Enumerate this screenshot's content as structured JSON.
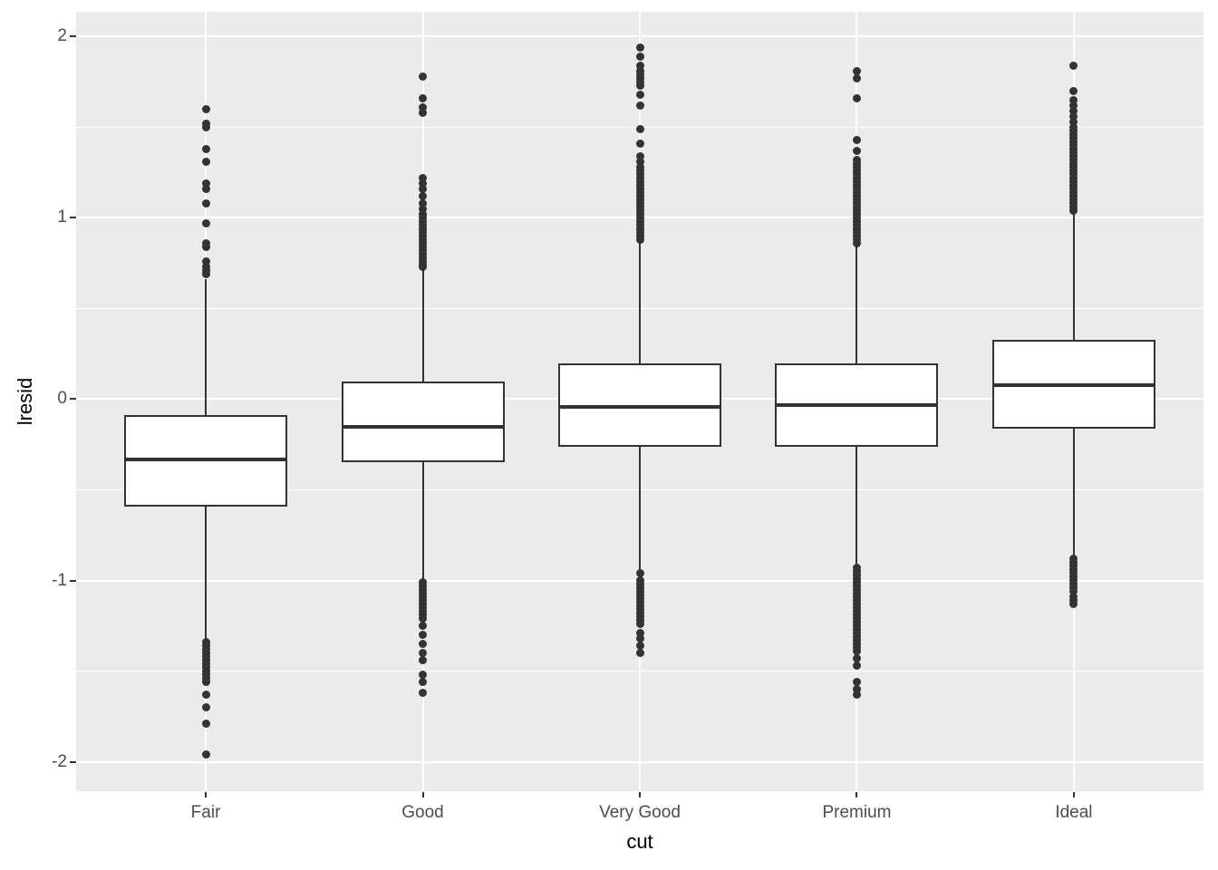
{
  "colors": {
    "panel_background": "#EBEBEB",
    "gridline": "#FFFFFF",
    "box_fill": "#FFFFFF",
    "box_border": "#333333",
    "median_line": "#333333",
    "whisker": "#333333",
    "outlier_point": "#333333",
    "tick_label": "#4D4D4D",
    "axis_title": "#000000",
    "tick_mark": "#333333",
    "figure_background": "#FFFFFF"
  },
  "axes": {
    "x": {
      "title": "cut",
      "categories": [
        "Fair",
        "Good",
        "Very Good",
        "Premium",
        "Ideal"
      ]
    },
    "y": {
      "title": "lresid",
      "major_ticks": [
        2,
        1,
        0,
        -1,
        -2
      ],
      "minor_ticks": [
        1.5,
        0.5,
        -0.5,
        -1.5
      ]
    }
  },
  "chart_data": {
    "type": "boxplot",
    "title": "",
    "xlabel": "cut",
    "ylabel": "lresid",
    "ylim": [
      -2.16,
      2.135
    ],
    "grid": "on",
    "legend": "none",
    "categories": [
      "Fair",
      "Good",
      "Very Good",
      "Premium",
      "Ideal"
    ],
    "boxes": [
      {
        "category": "Fair",
        "whisker_low": -1.32,
        "q1": -0.59,
        "median": -0.33,
        "q3": -0.085,
        "whisker_high": 0.66,
        "outliers_high": [
          1.6,
          1.52,
          1.5,
          1.38,
          1.31,
          1.19,
          1.16,
          1.08,
          0.97,
          0.86,
          0.84,
          0.76,
          0.73,
          0.71,
          0.69
        ],
        "outliers_low": [
          -1.34,
          -1.36,
          -1.38,
          -1.4,
          -1.42,
          -1.44,
          -1.46,
          -1.48,
          -1.5,
          -1.52,
          -1.54,
          -1.56,
          -1.63,
          -1.7,
          -1.79,
          -1.96
        ]
      },
      {
        "category": "Good",
        "whisker_low": -1.0,
        "q1": -0.345,
        "median": -0.15,
        "q3": 0.095,
        "whisker_high": 0.72,
        "outliers_high": [
          1.78,
          1.66,
          1.61,
          1.58,
          1.22,
          1.19,
          1.16,
          1.12,
          1.08,
          1.05,
          1.02,
          1.0,
          0.98,
          0.96,
          0.94,
          0.92,
          0.9,
          0.88,
          0.86,
          0.84,
          0.82,
          0.8,
          0.78,
          0.76,
          0.74,
          0.73
        ],
        "outliers_low": [
          -1.01,
          -1.03,
          -1.05,
          -1.07,
          -1.09,
          -1.11,
          -1.13,
          -1.15,
          -1.17,
          -1.19,
          -1.21,
          -1.25,
          -1.3,
          -1.35,
          -1.4,
          -1.44,
          -1.52,
          -1.56,
          -1.62
        ]
      },
      {
        "category": "Very Good",
        "whisker_low": -0.945,
        "q1": -0.26,
        "median": -0.04,
        "q3": 0.195,
        "whisker_high": 0.865,
        "outliers_high": [
          1.94,
          1.89,
          1.84,
          1.81,
          1.79,
          1.77,
          1.75,
          1.73,
          1.68,
          1.62,
          1.49,
          1.41,
          1.34,
          1.31,
          1.28,
          1.26,
          1.24,
          1.22,
          1.2,
          1.18,
          1.16,
          1.14,
          1.12,
          1.1,
          1.08,
          1.06,
          1.04,
          1.02,
          1.0,
          0.98,
          0.96,
          0.94,
          0.92,
          0.9,
          0.88
        ],
        "outliers_low": [
          -0.96,
          -1.0,
          -1.02,
          -1.04,
          -1.06,
          -1.08,
          -1.1,
          -1.12,
          -1.14,
          -1.16,
          -1.18,
          -1.2,
          -1.22,
          -1.24,
          -1.29,
          -1.32,
          -1.36,
          -1.4
        ]
      },
      {
        "category": "Premium",
        "whisker_low": -0.92,
        "q1": -0.26,
        "median": -0.03,
        "q3": 0.195,
        "whisker_high": 0.85,
        "outliers_high": [
          1.81,
          1.77,
          1.66,
          1.43,
          1.37,
          1.32,
          1.3,
          1.28,
          1.26,
          1.24,
          1.22,
          1.2,
          1.18,
          1.16,
          1.14,
          1.12,
          1.1,
          1.08,
          1.06,
          1.04,
          1.02,
          1.0,
          0.98,
          0.96,
          0.94,
          0.92,
          0.9,
          0.88,
          0.86
        ],
        "outliers_low": [
          -0.93,
          -0.95,
          -0.97,
          -0.99,
          -1.01,
          -1.03,
          -1.05,
          -1.07,
          -1.09,
          -1.11,
          -1.13,
          -1.15,
          -1.17,
          -1.19,
          -1.21,
          -1.23,
          -1.25,
          -1.27,
          -1.29,
          -1.31,
          -1.33,
          -1.35,
          -1.37,
          -1.39,
          -1.43,
          -1.47,
          -1.56,
          -1.6,
          -1.63
        ]
      },
      {
        "category": "Ideal",
        "whisker_low": -0.87,
        "q1": -0.16,
        "median": 0.075,
        "q3": 0.325,
        "whisker_high": 1.025,
        "outliers_high": [
          1.84,
          1.7,
          1.65,
          1.62,
          1.59,
          1.56,
          1.53,
          1.5,
          1.48,
          1.46,
          1.44,
          1.42,
          1.4,
          1.38,
          1.36,
          1.34,
          1.32,
          1.3,
          1.28,
          1.26,
          1.24,
          1.22,
          1.2,
          1.18,
          1.16,
          1.14,
          1.12,
          1.1,
          1.08,
          1.06,
          1.04
        ],
        "outliers_low": [
          -0.88,
          -0.9,
          -0.92,
          -0.94,
          -0.96,
          -0.98,
          -1.0,
          -1.02,
          -1.04,
          -1.06,
          -1.09,
          -1.11,
          -1.13
        ]
      }
    ]
  }
}
